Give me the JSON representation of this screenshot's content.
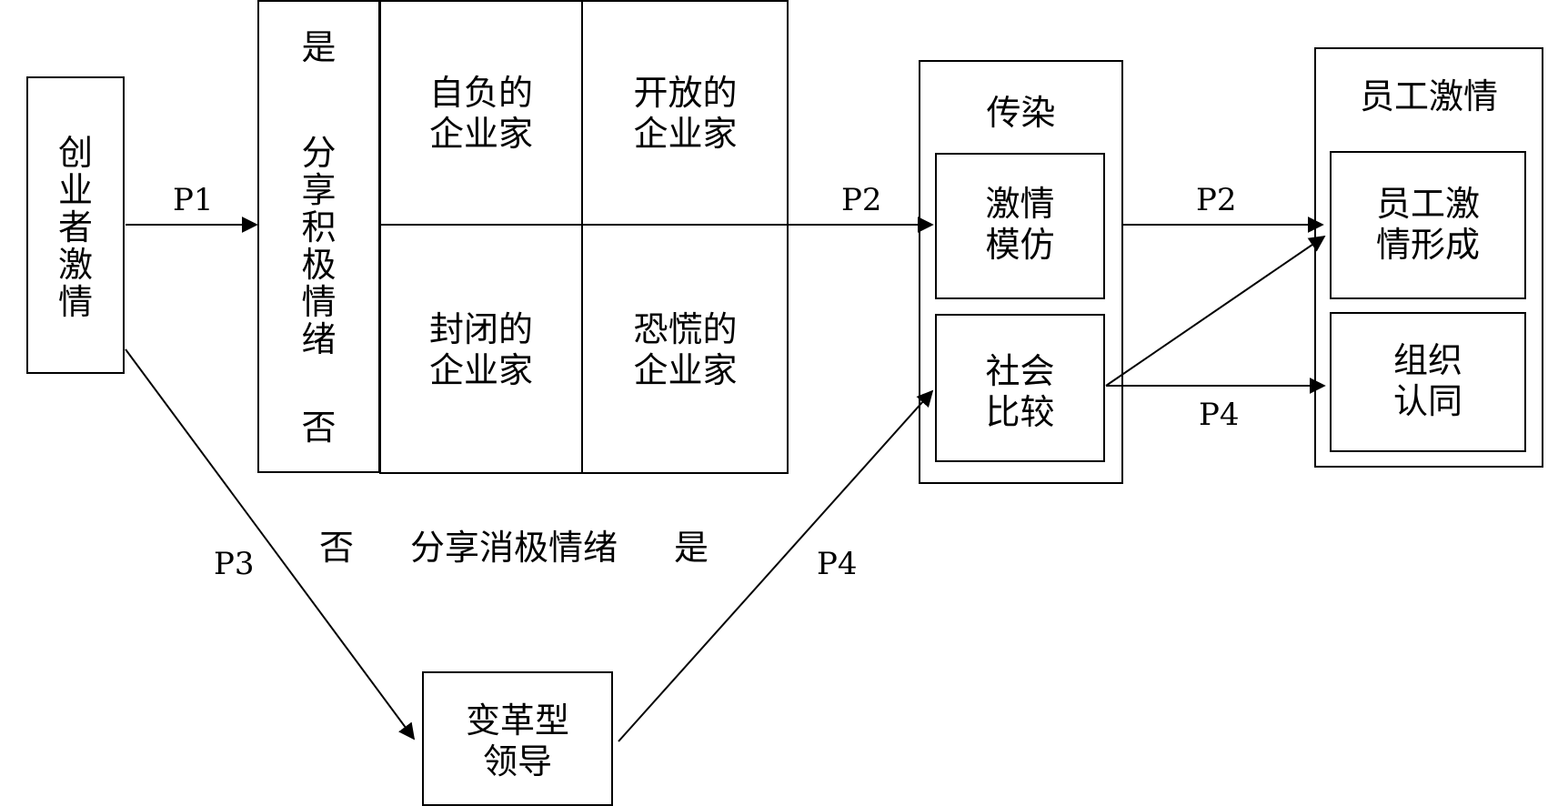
{
  "nodes": {
    "founder_passion": "创业者激情",
    "share_positive": {
      "yes": "是",
      "label": "分享积极情绪",
      "no": "否"
    },
    "quadrants": {
      "conceited": "自负的\n企业家",
      "open": "开放的\n企业家",
      "closed": "封闭的\n企业家",
      "panicked": "恐慌的\n企业家"
    },
    "share_negative": {
      "no": "否",
      "label": "分享消极情绪",
      "yes": "是"
    },
    "contagion": {
      "title": "传染",
      "imitation": "激情\n模仿",
      "social_comparison": "社会\n比较"
    },
    "employee_passion": {
      "title": "员工激情",
      "formation": "员工激\n情形成",
      "identification": "组织\n认同"
    },
    "transformational_leadership": "变革型\n领导"
  },
  "edges": {
    "p1": "P1",
    "p2_left": "P2",
    "p2_right": "P2",
    "p3": "P3",
    "p4_lower": "P4",
    "p4_right": "P4"
  }
}
